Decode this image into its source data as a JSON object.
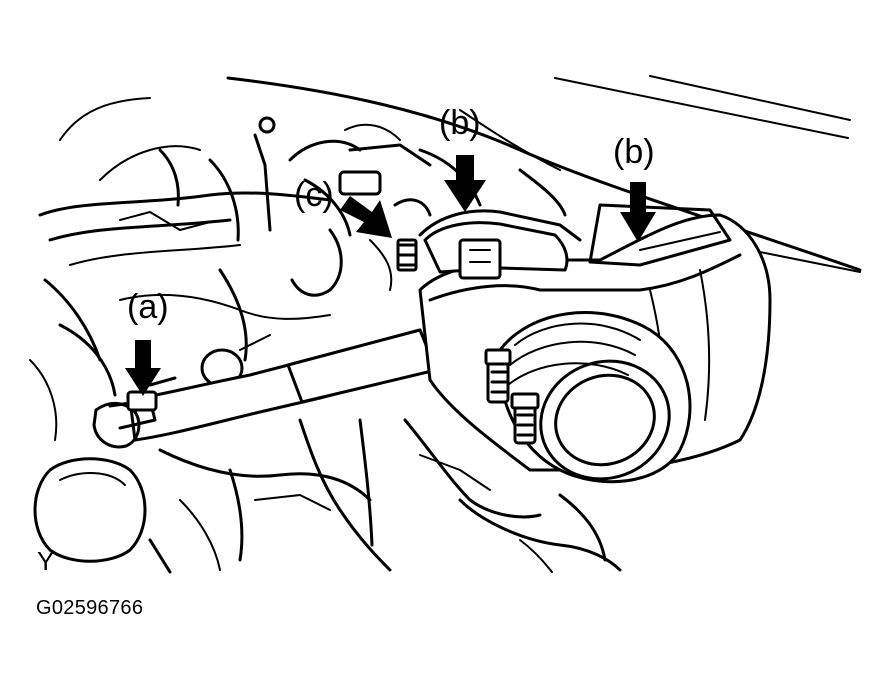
{
  "callouts": {
    "a": "(a)",
    "b_center": "(b)",
    "b_right": "(b)",
    "c": "(c)"
  },
  "corner_letter": "Y",
  "figure_code": "G02596766",
  "colors": {
    "ink": "#000000",
    "paper": "#ffffff"
  },
  "icons": [
    "arrow-a-icon",
    "arrow-b-center-icon",
    "arrow-b-right-icon",
    "arrow-c-icon"
  ]
}
